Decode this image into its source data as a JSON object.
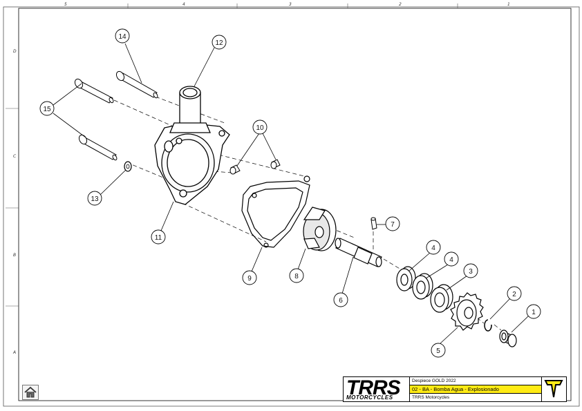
{
  "drawing": {
    "column_labels": [
      "5",
      "4",
      "3",
      "2",
      "1"
    ],
    "row_labels": [
      "D",
      "C",
      "B",
      "A"
    ],
    "callouts": [
      "14",
      "12",
      "15",
      "10",
      "13",
      "11",
      "9",
      "8",
      "7",
      "6",
      "4",
      "4",
      "3",
      "2",
      "1",
      "5"
    ]
  },
  "title_block": {
    "brand": "TRRS",
    "brand_sub": "MOTORCYCLES",
    "line1": "Despiece GOLD 2022",
    "line2": "02 - BA - Bomba Agua - Explosionado",
    "line3": "TRRS Motorcycles",
    "highlight_color": "#ffeb14"
  },
  "nav": {
    "home_icon": "home-icon"
  }
}
